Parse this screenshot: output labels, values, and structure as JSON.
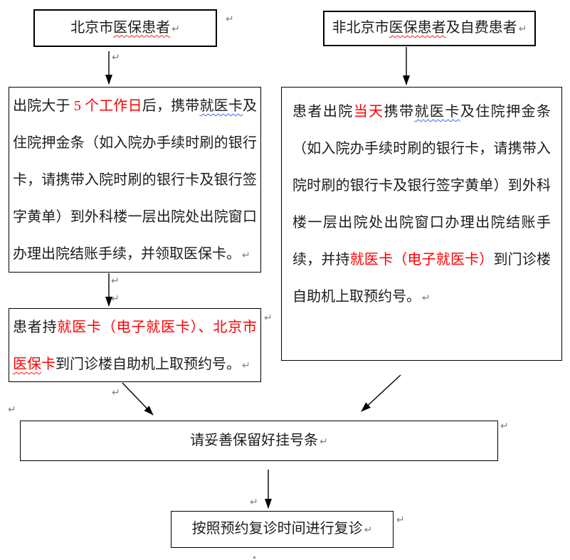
{
  "marks": {
    "pilcrow": "↵"
  },
  "colors": {
    "text": "#1c1c1c",
    "highlight_red": "#ff0000",
    "squiggle_red": "#ff1a1a",
    "squiggle_blue": "#3366ff",
    "border": "#000000",
    "pilcrow_gray": "#808080",
    "background": "#ffffff"
  },
  "nodes": {
    "bj_title": {
      "t1": "北京市",
      "t2_misspell": "医保患者"
    },
    "nonbj_title": {
      "t1": "非北京市",
      "t2_misspell": "医保患者",
      "t3": "及自费患者"
    },
    "bj_step1": {
      "t1": "出院大于 ",
      "t2_red": "5 个工作日",
      "t3": "后，携带",
      "t4_misspell": "就医卡",
      "t5": "及住院押金条（如入院办手续时刷的银行卡，请携带入院时刷的银行卡及银行签字黄单）到外科楼一层出院处出院窗口办理出院结账手续，并领取医保卡。"
    },
    "nonbj_step1": {
      "t1": "患者出院",
      "t2_red": "当天",
      "t3": "携带",
      "t4_misspell": "就医卡",
      "t5": "及住院押金条（如入院办手续时刷的银行卡，请携带入院时刷的银行卡及银行签字黄单）到外科楼一层出院处出院窗口办理出院结账手续，并持",
      "t6_red": "就医卡（电子就医卡）",
      "t7": "到门诊楼自助机上取预约号。"
    },
    "bj_step2": {
      "t1": "患者持",
      "t2_red": "就医卡（电子就医卡）、北京市",
      "t3_red_misspell": "医保",
      "t4_red": "卡",
      "t5": "到门诊楼自助机上取预约号。"
    },
    "keep_slip": {
      "t1": "请妥善保留好挂号条"
    },
    "revisit": {
      "t1": "按照预约复诊时间进行复诊"
    }
  }
}
